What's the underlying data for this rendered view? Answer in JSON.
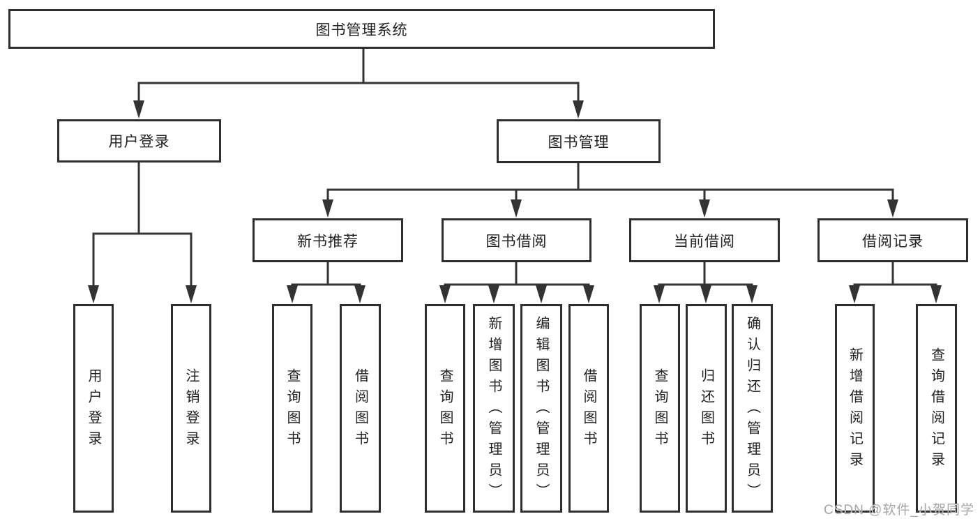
{
  "colors": {
    "line": "#333333",
    "border": "#2e2e2e",
    "text": "#222222",
    "watermark": "#a4a6a9",
    "background": "#ffffff"
  },
  "watermark": "CSDN @软件_小贺同学",
  "diagram": {
    "root": {
      "label": "图书管理系统"
    },
    "branches": [
      {
        "label": "用户登录",
        "children": [
          {
            "label": "用户登录"
          },
          {
            "label": "注销登录"
          }
        ]
      },
      {
        "label": "图书管理",
        "groups": [
          {
            "label": "新书推荐",
            "children": [
              {
                "label": "查询图书"
              },
              {
                "label": "借阅图书"
              }
            ]
          },
          {
            "label": "图书借阅",
            "children": [
              {
                "label": "查询图书"
              },
              {
                "label": "新增图书（管理员）"
              },
              {
                "label": "编辑图书（管理员）"
              },
              {
                "label": "借阅图书"
              }
            ]
          },
          {
            "label": "当前借阅",
            "children": [
              {
                "label": "查询图书"
              },
              {
                "label": "归还图书"
              },
              {
                "label": "确认归还（管理员）"
              }
            ]
          },
          {
            "label": "借阅记录",
            "children": [
              {
                "label": "新增借阅记录"
              },
              {
                "label": "查询借阅记录"
              }
            ]
          }
        ]
      }
    ]
  }
}
